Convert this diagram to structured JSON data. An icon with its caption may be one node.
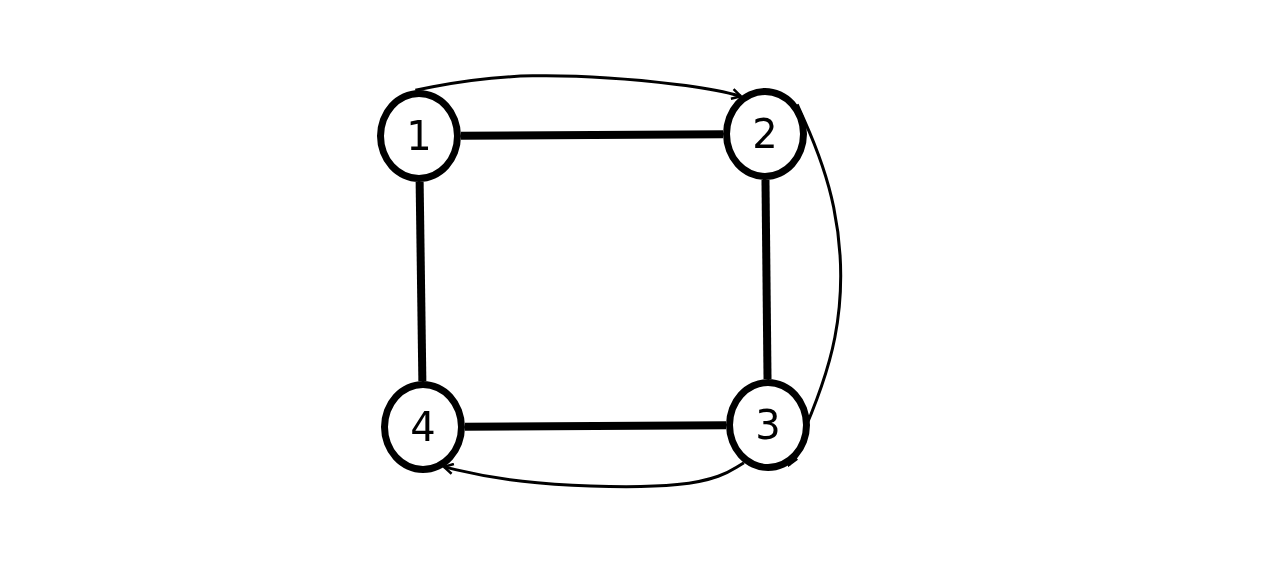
{
  "diagram": {
    "nodes": [
      {
        "text": [
          "1"
        ]
      },
      {
        "text": [
          "2"
        ]
      },
      {
        "text": [
          "3"
        ]
      },
      {
        "text": [
          "4"
        ]
      }
    ],
    "edges": [
      {
        "from": 0,
        "to": 1,
        "arrow": "none"
      },
      {
        "from": 1,
        "to": 2,
        "arrow": "none"
      },
      {
        "from": 2,
        "to": 3,
        "arrow": "none"
      },
      {
        "from": 3,
        "to": 0,
        "arrow": "none"
      },
      {
        "from": 0,
        "to": 1,
        "arrow": "to"
      },
      {
        "from": 1,
        "to": 2,
        "arrow": "to"
      },
      {
        "from": 2,
        "to": 3,
        "arrow": "to"
      }
    ]
  }
}
